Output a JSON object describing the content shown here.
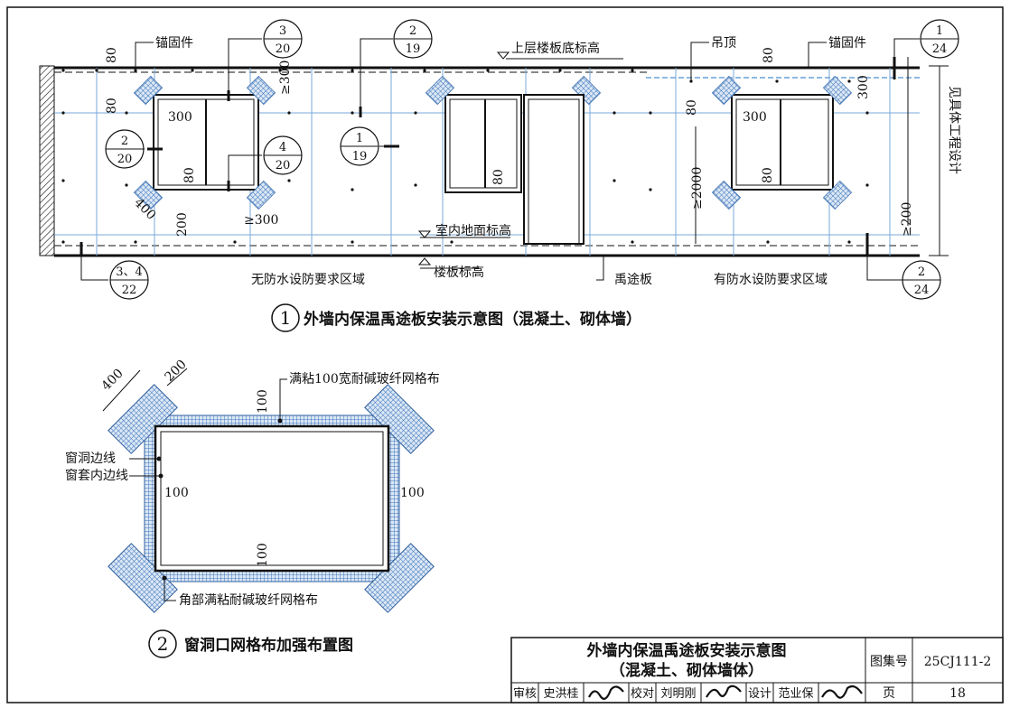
{
  "figure1": {
    "number": "1",
    "title": "外墙内保温禹途板安装示意图（混凝土、砌体墙）",
    "labels": {
      "anchor_left": "锚固件",
      "anchor_right": "锚固件",
      "ceiling": "吊顶",
      "upper_floor_bottom": "上层楼板底标高",
      "indoor_floor": "室内地面标高",
      "floor_slab": "楼板标高",
      "board": "禹途板",
      "zone_no_waterproof": "无防水设防要求区域",
      "zone_waterproof": "有防水设防要求区域",
      "see_design": "见具体工程设计"
    },
    "dims": {
      "d80": "80",
      "d300": "300",
      "d400": "400",
      "d200": "200",
      "ge300": "≥300",
      "ge2000": "≥2000",
      "ge200": "≥200"
    },
    "callouts": [
      {
        "top": "3",
        "bottom": "20"
      },
      {
        "top": "2",
        "bottom": "19"
      },
      {
        "top": "1",
        "bottom": "24"
      },
      {
        "top": "2",
        "bottom": "20"
      },
      {
        "top": "4",
        "bottom": "20"
      },
      {
        "top": "1",
        "bottom": "19"
      },
      {
        "top": "3、4",
        "bottom": "22"
      },
      {
        "top": "2",
        "bottom": "24"
      }
    ]
  },
  "figure2": {
    "number": "2",
    "title": "窗洞口网格布加强布置图",
    "labels": {
      "full_mesh": "满粘100宽耐碱玻纤网格布",
      "window_edge": "窗洞边线",
      "frame_inner": "窗套内边线",
      "corner_mesh": "角部满粘耐碱玻纤网格布"
    },
    "dims": {
      "d400": "400",
      "d200": "200",
      "d100": "100"
    }
  },
  "title_block": {
    "title_line1": "外墙内保温禹途板安装示意图",
    "title_line2": "（混凝土、砌体墙体）",
    "atlas_label": "图集号",
    "atlas_no": "25CJ111-2",
    "page_label": "页",
    "page_no": "18",
    "review_label": "审核",
    "reviewer": "史洪桂",
    "check_label": "校对",
    "checker": "刘明刚",
    "design_label": "设计",
    "designer": "范业保"
  },
  "colors": {
    "mesh": "#4a7fc1",
    "blue_line": "#6aa0d8",
    "line": "#111111"
  }
}
